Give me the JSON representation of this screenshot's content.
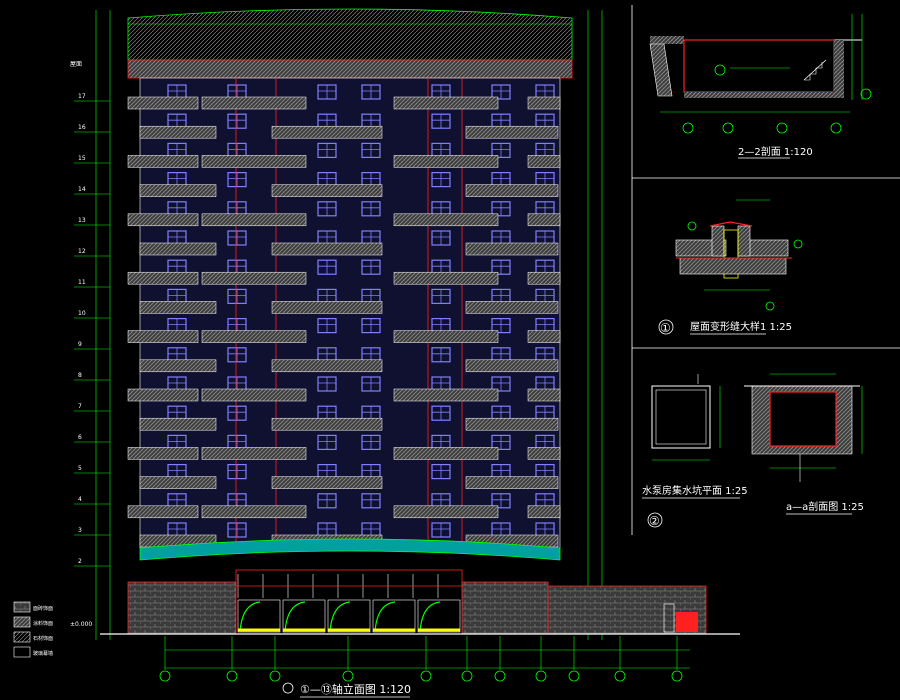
{
  "drawing": {
    "main_title": "①—⑬轴立面图 1:120",
    "circle_start": "①",
    "circle_end": "⑬",
    "colors": {
      "background": "#000000",
      "green": "#00ff00",
      "white": "#ffffff",
      "red": "#ff2020",
      "blue_window": "#8080ff",
      "cyan": "#00c8c8",
      "yellow": "#ffff00",
      "magenta": "#ff00ff",
      "gray_fill": "#7a7a7a"
    }
  },
  "panels": [
    {
      "id": "section-2-2",
      "title": "2—2剖面 1:120"
    },
    {
      "id": "detail-1",
      "number": "①",
      "title": "屋面变形缝大样1 1:25"
    },
    {
      "id": "detail-2-plan",
      "number": "②",
      "title": "水泵房集水坑平面 1:25"
    },
    {
      "id": "detail-a-a",
      "title": "a—a剖面图 1:25"
    }
  ],
  "legend": [
    "面砖饰面",
    "涂料饰面",
    "石材饰面",
    "玻璃幕墙"
  ],
  "floor_markers": {
    "top": "屋面",
    "floors": [
      "17",
      "16",
      "15",
      "14",
      "13",
      "12",
      "11",
      "10",
      "9",
      "8",
      "7",
      "6",
      "5",
      "4",
      "3",
      "2"
    ],
    "ground": "±0.000"
  }
}
